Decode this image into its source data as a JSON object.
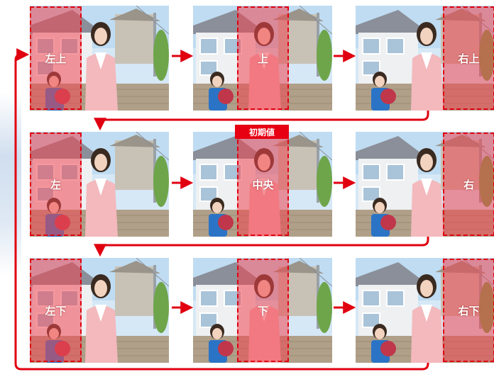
{
  "initial_badge": "初期値",
  "panels": [
    {
      "label": "左上",
      "position": "top-left"
    },
    {
      "label": "上",
      "position": "top"
    },
    {
      "label": "右上",
      "position": "top-right"
    },
    {
      "label": "左",
      "position": "left"
    },
    {
      "label": "中央",
      "position": "center"
    },
    {
      "label": "右",
      "position": "right"
    },
    {
      "label": "左下",
      "position": "bottom-left"
    },
    {
      "label": "下",
      "position": "bottom"
    },
    {
      "label": "右下",
      "position": "bottom-right"
    }
  ],
  "colors": {
    "flow_arrow": "#e60012",
    "highlight": "#f04650",
    "badge": "#e60012"
  }
}
